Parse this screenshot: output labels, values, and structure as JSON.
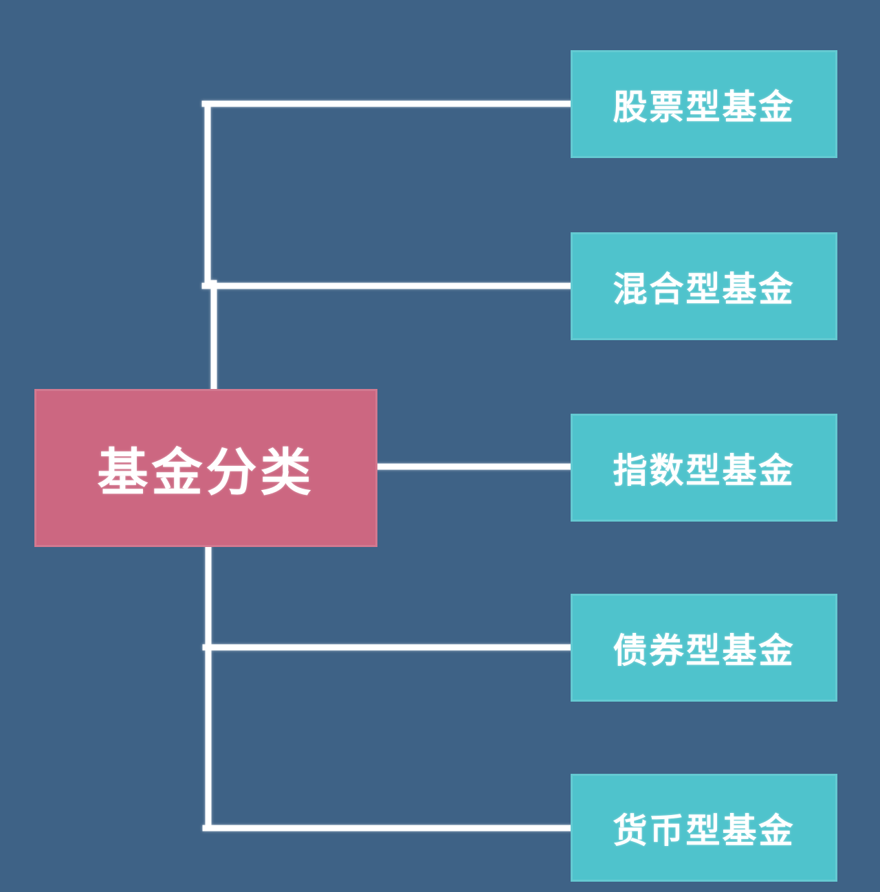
{
  "diagram": {
    "title": "基金分类",
    "center": {
      "label": "基金分类"
    },
    "children": [
      {
        "label": "股票型基金"
      },
      {
        "label": "混合型基金"
      },
      {
        "label": "指数型基金"
      },
      {
        "label": "债券型基金"
      },
      {
        "label": "货币型基金"
      }
    ],
    "colors": {
      "background": "#3E6286",
      "center_box": "#CC6781",
      "child_box": "#4FC3CC",
      "connector": "#FFFFFF",
      "text": "#FFFFFF"
    }
  }
}
